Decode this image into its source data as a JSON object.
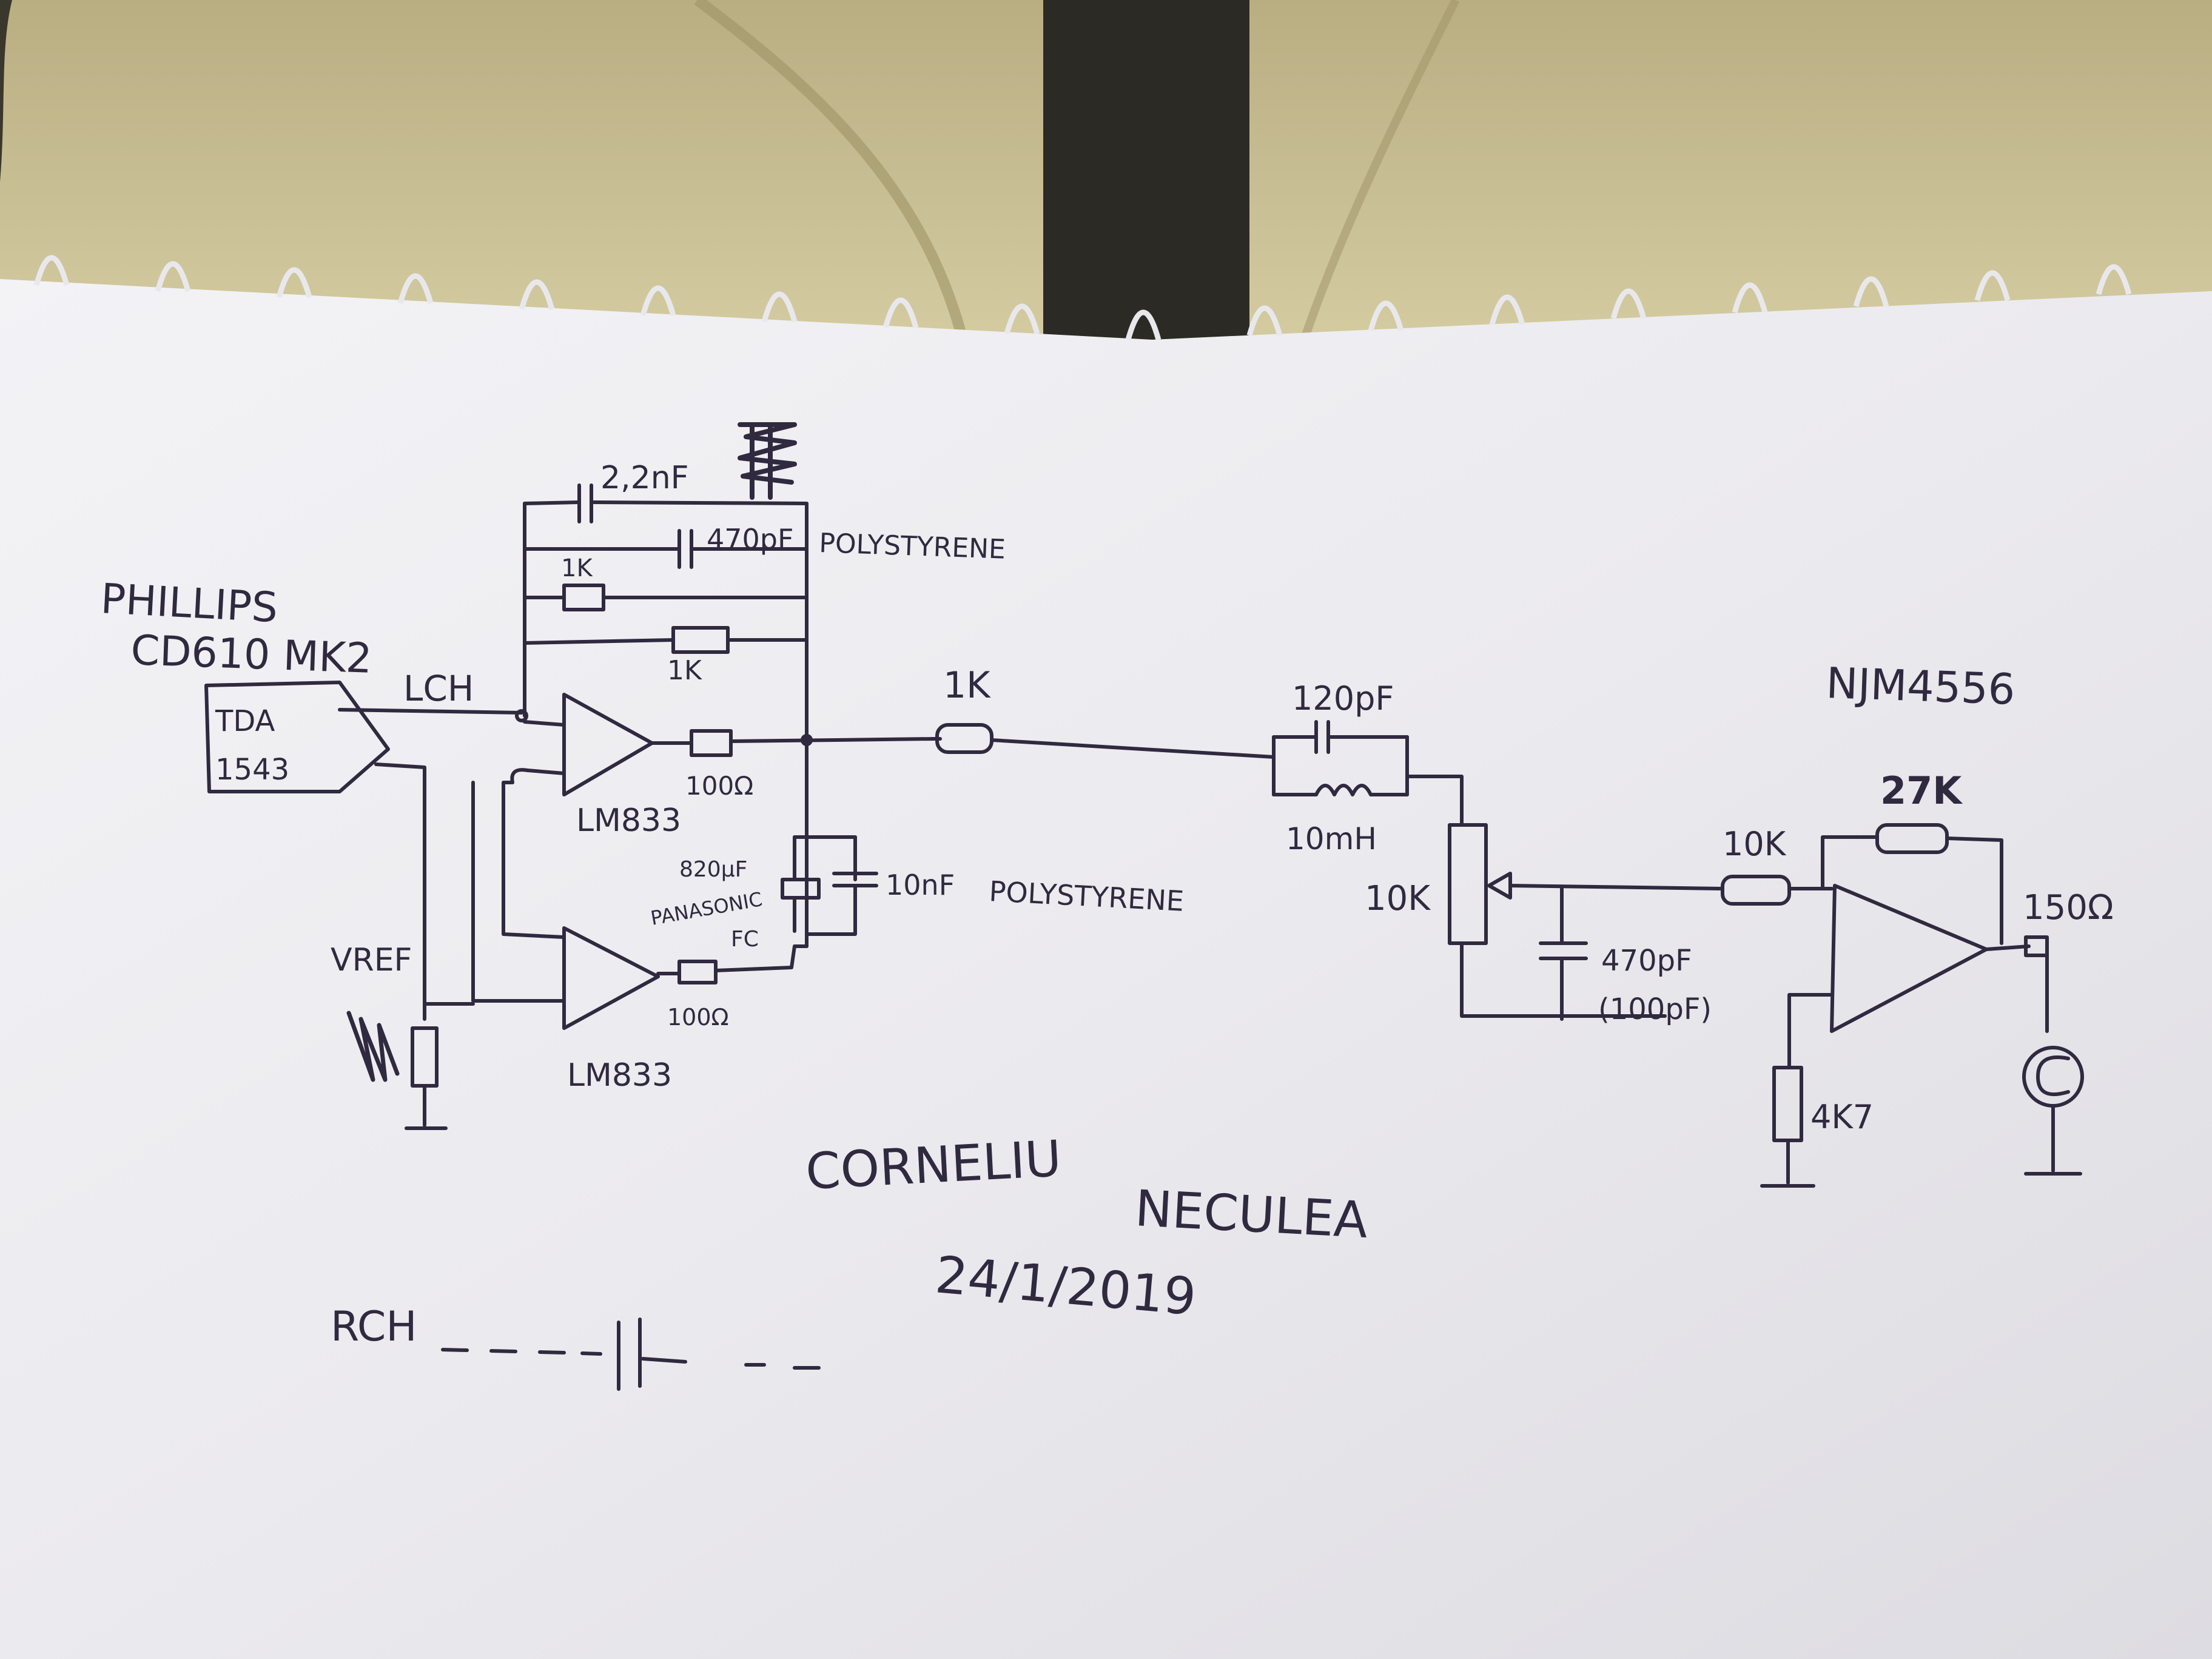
{
  "colors": {
    "ink": "#2f2a3f",
    "paper": "#f1f0f3",
    "fabric": "#cdc396",
    "fabric_shadow": "#9d9266",
    "coil": "#e8e8ec"
  },
  "labels": {
    "source_brand": "PHILLIPS",
    "source_model": "CD610 MK2",
    "dac_name": "TDA",
    "dac_number": "1543",
    "left_channel": "LCH",
    "c_feedback_top": "2,2nF",
    "c_feedback_second": "470pF",
    "polystyrene_1": "POLYSTYRENE",
    "r_feedback_1": "1K",
    "r_feedback_2": "1K",
    "r_out_1": "100Ω",
    "opamp_1": "LM833",
    "opamp_2": "LM833",
    "r_out_2": "100Ω",
    "c_electrolytic": "820µF",
    "c_electrolytic_brand": "PANASONIC",
    "c_electrolytic_series": "FC",
    "c_film": "10nF",
    "polystyrene_2": "POLYSTYRENE",
    "vref": "VREF",
    "r_series": "1K",
    "c_filter": "120pF",
    "inductor": "10mH",
    "pot": "10K",
    "c_shunt": "470pF",
    "c_shunt_alt": "(100pF)",
    "opamp_3": "NJM4556",
    "r_gain": "27K",
    "r_input": "10K",
    "r_output": "150Ω",
    "r_bias": "4K7",
    "author_first": "CORNELIU",
    "author_last": "NECULEA",
    "date": "24/1/2019",
    "right_channel": "RCH"
  }
}
